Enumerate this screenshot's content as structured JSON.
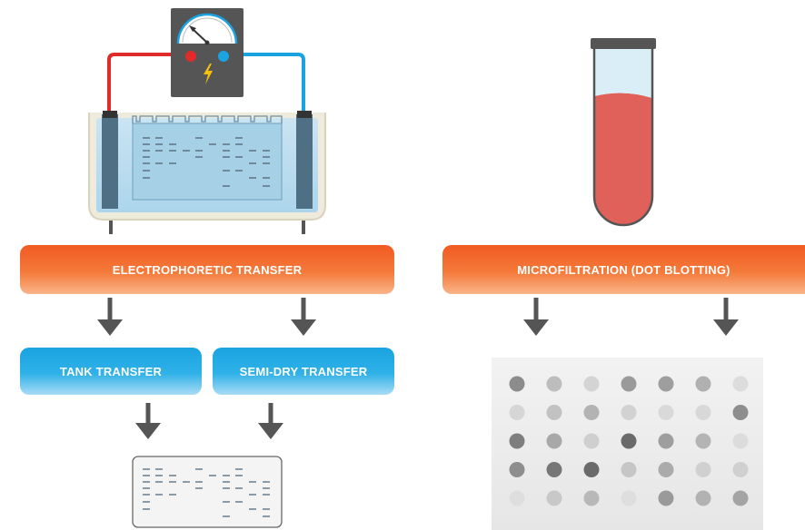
{
  "labels": {
    "electrophoretic": "ELECTROPHORETIC TRANSFER",
    "microfiltration": "MICROFILTRATION (DOT BLOTTING)",
    "tank": "TANK TRANSFER",
    "semidry": "SEMI-DRY TRANSFER"
  },
  "icons": {
    "power_supply": "voltmeter-icon",
    "tank": "electrophoresis-tank-icon",
    "tube": "sample-tube-icon",
    "membrane": "blot-membrane-icon",
    "dot_grid": "dot-blot-membrane-icon",
    "arrow": "down-arrow-icon"
  },
  "colors": {
    "orange": "#f15a22",
    "blue": "#1aa3e0",
    "red_wire": "#e02b2b",
    "blue_wire": "#1aa3e0",
    "tube_liquid": "#e0605a",
    "arrow": "#555555"
  },
  "dot_blot": {
    "rows": [
      [
        "#8c8c8c",
        "#bdbdbd",
        "#d4d4d4",
        "#9a9a9a",
        "#9e9e9e",
        "#b0b0b0",
        "#dcdcdc"
      ],
      [
        "#d6d6d6",
        "#c2c2c2",
        "#b3b3b3",
        "#d2d2d2",
        "#d9d9d9",
        "#d8d8d8",
        "#8e8e8e"
      ],
      [
        "#7e7e7e",
        "#a8a8a8",
        "#cfcfcf",
        "#6a6a6a",
        "#9e9e9e",
        "#b4b4b4",
        "#dcdcdc"
      ],
      [
        "#8e8e8e",
        "#777777",
        "#6a6a6a",
        "#c6c6c6",
        "#ababab",
        "#d0d0d0",
        "#d0d0d0"
      ],
      [
        "#dedede",
        "#c8c8c8",
        "#b8b8b8",
        "#dedede",
        "#9a9a9a",
        "#b2b2b2",
        "#a4a4a4"
      ]
    ]
  }
}
